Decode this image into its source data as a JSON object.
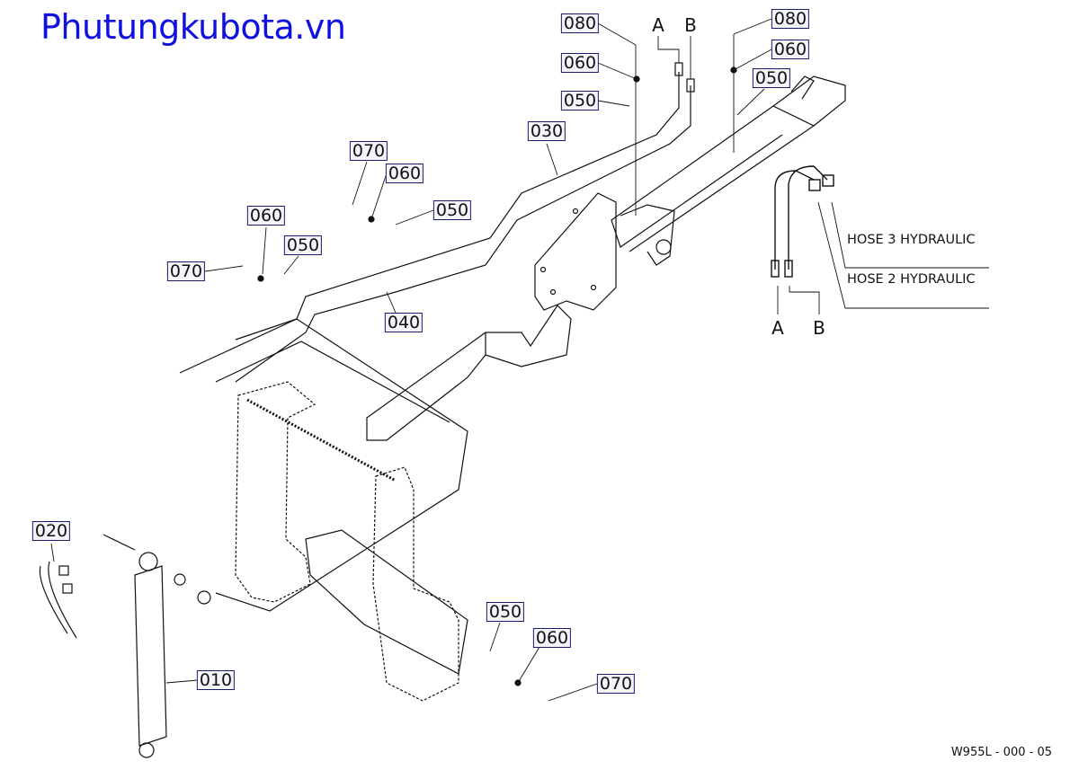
{
  "watermark": "Phutungkubota.vn",
  "labels": {
    "p080_left": "080",
    "p060_top": "060",
    "p050_top": "050",
    "p030": "030",
    "p080_right": "080",
    "p060_right": "060",
    "p050_right": "050",
    "p070_mid": "070",
    "p060_mid": "060",
    "p050_mid": "050",
    "p060_left": "060",
    "p050_left": "050",
    "p070_left": "070",
    "p040": "040",
    "p020": "020",
    "p010": "010",
    "p050_bottom": "050",
    "p060_bottom": "060",
    "p070_bottom": "070"
  },
  "connectors": {
    "a_top": "A",
    "b_top": "B",
    "a_hose": "A",
    "b_hose": "B"
  },
  "hoses": {
    "hose3": "HOSE 3  HYDRAULIC",
    "hose2": "HOSE 2  HYDRAULIC"
  },
  "drawing_code": "W955L - 000 - 05",
  "colors": {
    "watermark": "#1010e0",
    "label_border": "#1a1a6e"
  }
}
